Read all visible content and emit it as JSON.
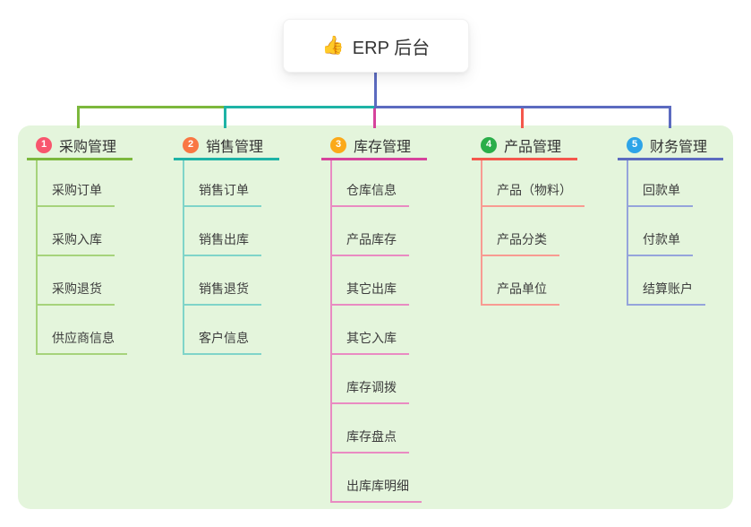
{
  "root": {
    "icon": "👍",
    "title": "ERP 后台",
    "stem_color": "#5C6BC0"
  },
  "colors": {
    "canvas_bg": "#E4F5DC"
  },
  "branches": [
    {
      "num": "1",
      "label": "采购管理",
      "color": "#7CB83D",
      "tint": "#A6D37B",
      "badge": "#F8566E",
      "items": [
        "采购订单",
        "采购入库",
        "采购退货",
        "供应商信息"
      ]
    },
    {
      "num": "2",
      "label": "销售管理",
      "color": "#1EB3A6",
      "tint": "#7FD4C9",
      "badge": "#F97743",
      "items": [
        "销售订单",
        "销售出库",
        "销售退货",
        "客户信息"
      ]
    },
    {
      "num": "3",
      "label": "库存管理",
      "color": "#D6439C",
      "tint": "#E98BC2",
      "badge": "#FBA919",
      "items": [
        "仓库信息",
        "产品库存",
        "其它出库",
        "其它入库",
        "库存调拨",
        "库存盘点",
        "出库库明细"
      ]
    },
    {
      "num": "4",
      "label": "产品管理",
      "color": "#F4574C",
      "tint": "#F89B92",
      "badge": "#2BAE4A",
      "items": [
        "产品（物料）",
        "产品分类",
        "产品单位"
      ]
    },
    {
      "num": "5",
      "label": "财务管理",
      "color": "#5C6BC0",
      "tint": "#95A4DB",
      "badge": "#2EA4E8",
      "items": [
        "回款单",
        "付款单",
        "结算账户"
      ]
    }
  ]
}
